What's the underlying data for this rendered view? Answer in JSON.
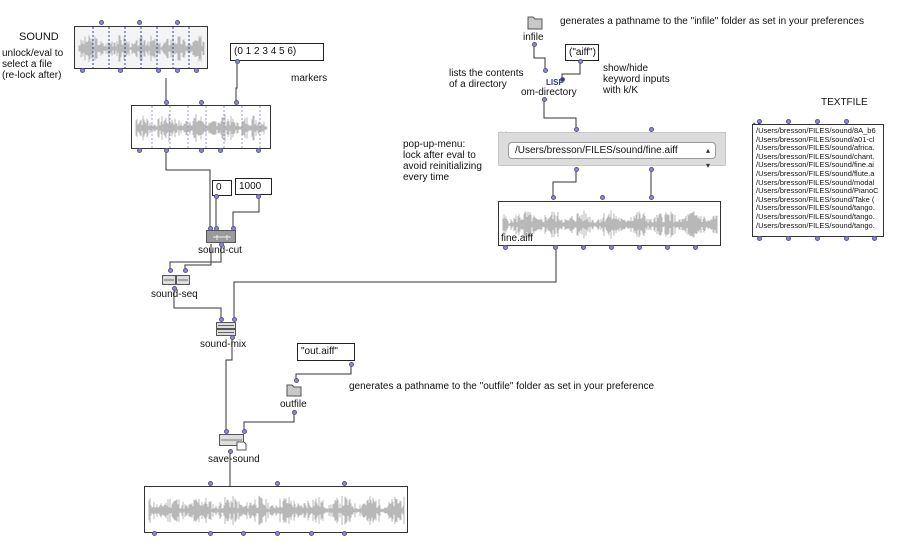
{
  "patch": {
    "sound_box": {
      "title": "SOUND",
      "comment": [
        "unlock/eval to",
        "select a file",
        "(re-lock after)"
      ]
    },
    "markers_box": {
      "value": "(0 1 2 3 4 5 6)",
      "label": "markers"
    },
    "sound_cut": {
      "label": "sound-cut",
      "begin": "0",
      "end": "1000"
    },
    "sound_seq": {
      "label": "sound-seq"
    },
    "sound_mix": {
      "label": "sound-mix"
    },
    "infile": {
      "label": "infile",
      "comment": "generates a pathname to the \"infile\" folder as set in your preferences"
    },
    "aiff_box": {
      "value": "(\"aiff\")"
    },
    "om_directory": {
      "label": "om-directory",
      "lisp_tag": "LISP",
      "comment": [
        "lists the contents",
        "of a directory"
      ]
    },
    "keyword_comment": [
      "show/hide",
      "keyword inputs",
      "with k/K"
    ],
    "popup_menu": {
      "selected": "/Users/bresson/FILES/sound/fine.aiff",
      "comment": [
        "pop-up-menu:",
        "lock after eval to",
        "avoid reinitializing",
        "every time"
      ]
    },
    "fine_sound": {
      "name": "fine.aiff"
    },
    "textfile": {
      "title": "TEXTFILE",
      "lines": [
        "/Users/bresson/FILES/sound/8A_b6",
        "/Users/bresson/FILES/sound/a01-cl",
        "/Users/bresson/FILES/sound/africa.",
        "/Users/bresson/FILES/sound/chant.",
        "/Users/bresson/FILES/sound/fine.ai",
        "/Users/bresson/FILES/sound/flute.a",
        "/Users/bresson/FILES/sound/modal",
        "/Users/bresson/FILES/sound/PianoC",
        "/Users/bresson/FILES/sound/Take (",
        "/Users/bresson/FILES/sound/tango.",
        "/Users/bresson/FILES/sound/tango.",
        "/Users/bresson/FILES/sound/tango."
      ]
    },
    "out_box": {
      "value": "\"out.aiff\""
    },
    "outfile": {
      "label": "outfile",
      "comment": "generates a pathname to the \"outfile\" folder as set in your preference"
    },
    "save_sound": {
      "label": "save-sound"
    }
  },
  "colors": {
    "port": "#8b8bd6",
    "wave": "#b8b8b8",
    "marker": "#3344aa",
    "lock": "#2233cc",
    "popup_bg": "#dcdcdc"
  },
  "icons": [
    "folder-icon",
    "lock-x-icon",
    "sound-cut-icon",
    "sound-seq-icon",
    "sound-mix-icon",
    "save-sound-icon"
  ]
}
